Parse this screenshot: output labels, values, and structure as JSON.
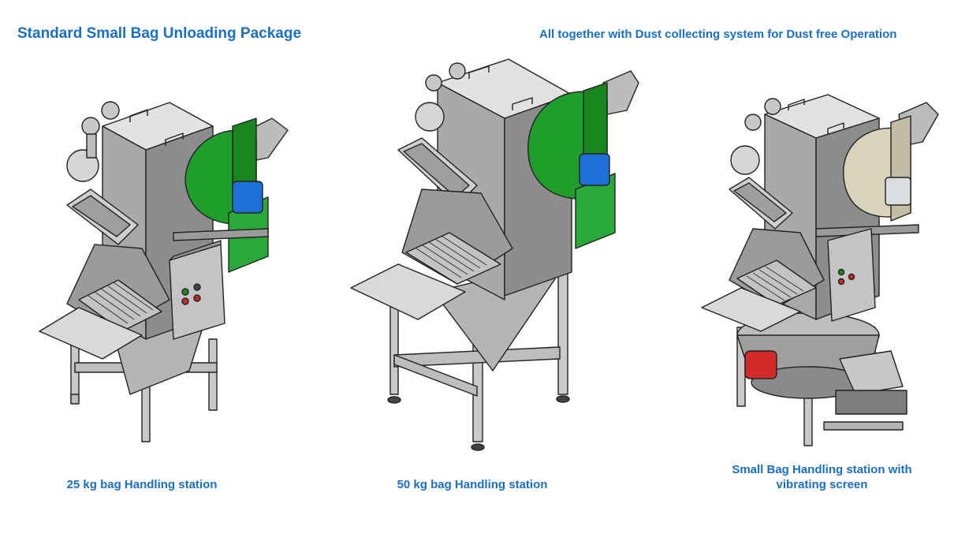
{
  "header": {
    "title": "Standard Small Bag Unloading Package",
    "subtitle": "All together with Dust collecting system for Dust free Operation"
  },
  "stations": [
    {
      "caption": "25 kg bag Handling station",
      "fan_color": "#1f9e2c",
      "motor_color": "#1e6fd6"
    },
    {
      "caption": "50 kg bag Handling station",
      "fan_color": "#1f9e2c",
      "motor_color": "#1e6fd6"
    },
    {
      "caption_line1": "Small Bag Handling station with",
      "caption_line2": "vibrating screen",
      "fan_color": "#d9d2bd",
      "motor_color": "#d9dde2",
      "vibrator_motor_color": "#d42a2a"
    }
  ]
}
